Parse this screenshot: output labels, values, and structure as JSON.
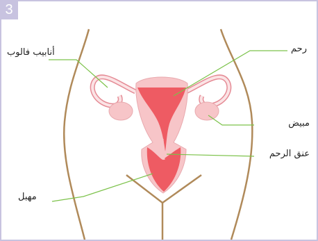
{
  "figure_number": "3",
  "labels": {
    "uterus": "رحم",
    "fallopian_tubes": "أنابيب فالوب",
    "ovary": "مبيض",
    "cervix": "عنق الرحم",
    "vagina": "مهبل"
  },
  "colors": {
    "frame": "#c8c3e0",
    "body_outline": "#b08a5a",
    "leader_line": "#7cc24a",
    "tissue_light": "#f7c5c8",
    "tissue_dark": "#ee5b63",
    "tube_outline": "#e58b95"
  }
}
